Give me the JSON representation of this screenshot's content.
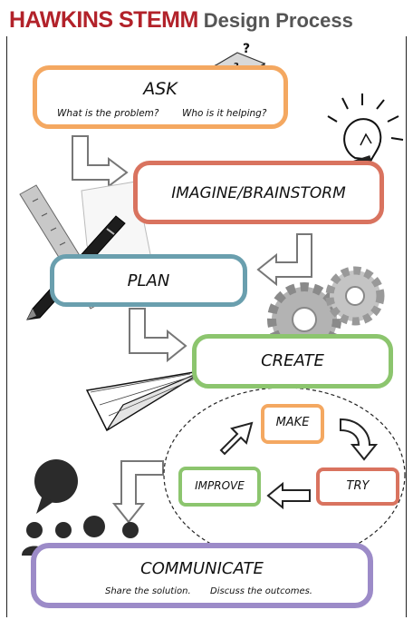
{
  "header": {
    "brand": "HAWKINS STEMM",
    "subtitle": "Design Process"
  },
  "steps": {
    "ask": {
      "label": "ASK",
      "q1": "What is the problem?",
      "q2": "Who is it helping?"
    },
    "imagine": {
      "label": "IMAGINE/BRAINSTORM"
    },
    "plan": {
      "label": "PLAN"
    },
    "create": {
      "label": "CREATE"
    },
    "make": {
      "label": "MAKE"
    },
    "try": {
      "label": "TRY"
    },
    "improve": {
      "label": "IMPROVE"
    },
    "communicate": {
      "label": "COMMUNICATE",
      "sub1": "Share the solution.",
      "sub2": "Discuss the outcomes."
    }
  },
  "colors": {
    "brand": "#b2222a",
    "ask": "#f4a861",
    "imagine": "#d9735f",
    "plan": "#6a9fae",
    "create": "#8cc56e",
    "make": "#f4a861",
    "try": "#d9735f",
    "improve": "#8cc56e",
    "communicate": "#9c8bc8"
  },
  "icons": [
    "question-dice-icon",
    "lightbulb-icon",
    "pen-icon",
    "ruler-icon",
    "gears-icon",
    "paper-plane-icon",
    "audience-icon"
  ]
}
